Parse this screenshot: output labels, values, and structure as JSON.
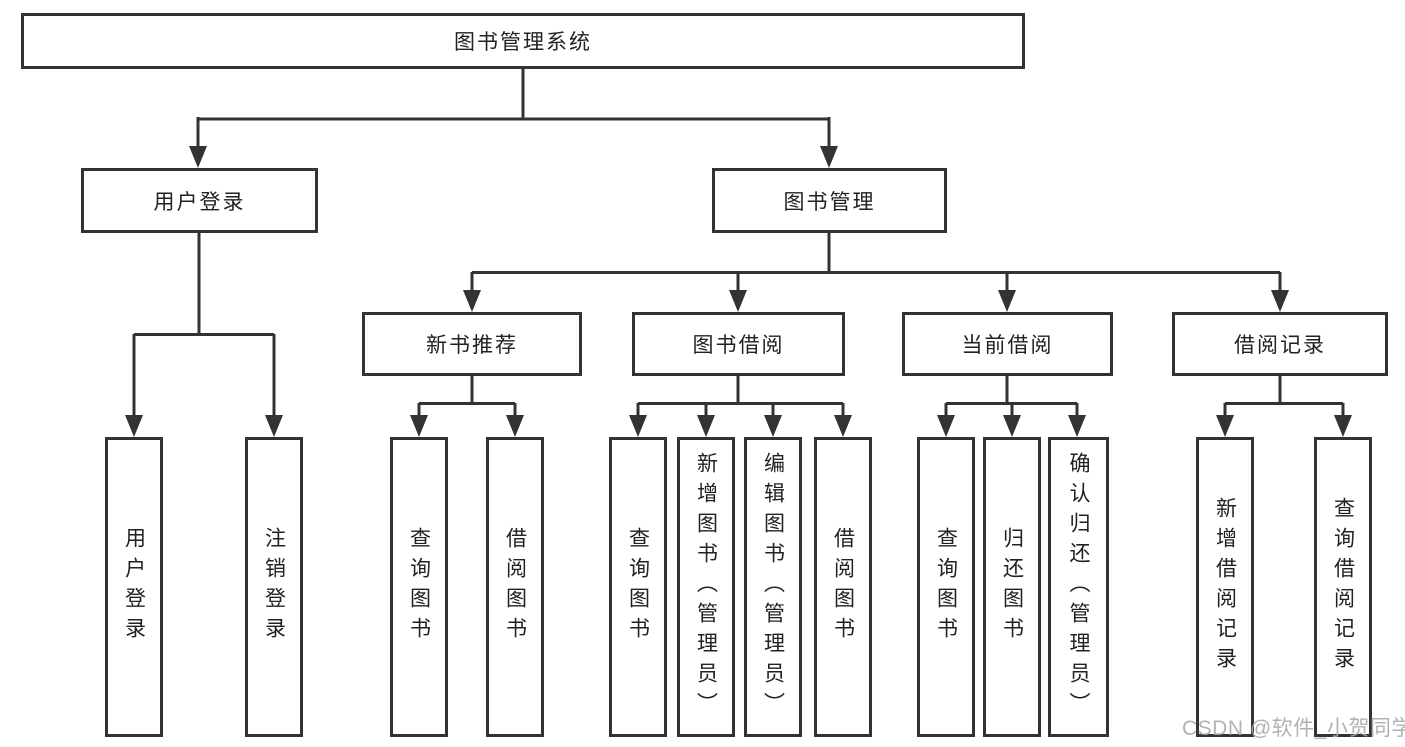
{
  "tree": {
    "root": {
      "label": "图书管理系统",
      "children": [
        {
          "label": "用户登录",
          "children": [
            {
              "label": "用户登录"
            },
            {
              "label": "注销登录"
            }
          ]
        },
        {
          "label": "图书管理",
          "children": [
            {
              "label": "新书推荐",
              "children": [
                {
                  "label": "查询图书"
                },
                {
                  "label": "借阅图书"
                }
              ]
            },
            {
              "label": "图书借阅",
              "children": [
                {
                  "label": "查询图书"
                },
                {
                  "label": "新增图书（管理员）"
                },
                {
                  "label": "编辑图书（管理员）"
                },
                {
                  "label": "借阅图书"
                }
              ]
            },
            {
              "label": "当前借阅",
              "children": [
                {
                  "label": "查询图书"
                },
                {
                  "label": "归还图书"
                },
                {
                  "label": "确认归还（管理员）"
                }
              ]
            },
            {
              "label": "借阅记录",
              "children": [
                {
                  "label": "新增借阅记录"
                },
                {
                  "label": "查询借阅记录"
                }
              ]
            }
          ]
        }
      ]
    }
  },
  "watermark": "CSDN @软件_小贺同学",
  "colors": {
    "line": "#333333",
    "text": "#222222",
    "watermark": "#aaaaaa",
    "background": "#ffffff"
  }
}
